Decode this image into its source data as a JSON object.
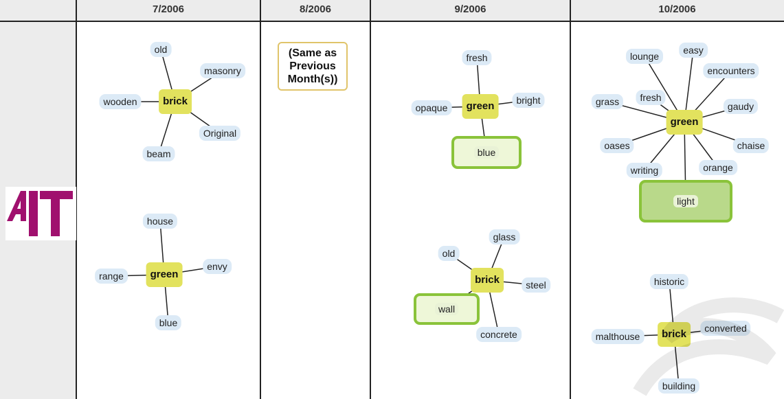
{
  "columns": [
    {
      "label": "7/2006"
    },
    {
      "label": "8/2006"
    },
    {
      "label": "9/2006"
    },
    {
      "label": "10/2006"
    }
  ],
  "logo": {
    "text": "AIT",
    "color": "#a0106e"
  },
  "note": {
    "text": "(Same as\nPrevious\nMonth(s))"
  },
  "colors": {
    "node_bg": "#dceaf6",
    "hub_bg": "#e2e25e",
    "box_border": "#8ac33a",
    "line": "#222222"
  },
  "graphs": {
    "g1": {
      "hub": "brick",
      "terms": {
        "old": "old",
        "masonry": "masonry",
        "wooden": "wooden",
        "original": "Original",
        "beam": "beam"
      }
    },
    "g2": {
      "hub": "green",
      "terms": {
        "house": "house",
        "range": "range",
        "envy": "envy",
        "blue": "blue"
      }
    },
    "g3": {
      "hub": "green",
      "terms": {
        "fresh": "fresh",
        "opaque": "opaque",
        "bright": "bright",
        "blue": "blue"
      }
    },
    "g4": {
      "hub": "brick",
      "terms": {
        "glass": "glass",
        "old": "old",
        "steel": "steel",
        "wall": "wall",
        "concrete": "concrete"
      }
    },
    "g5": {
      "hub": "green",
      "terms": {
        "lounge": "lounge",
        "easy": "easy",
        "encounters": "encounters",
        "grass": "grass",
        "fresh": "fresh",
        "gaudy": "gaudy",
        "chaise": "chaise",
        "oases": "oases",
        "writing": "writing",
        "orange": "orange",
        "light": "light"
      }
    },
    "g6": {
      "hub": "brick",
      "terms": {
        "historic": "historic",
        "malthouse": "malthouse",
        "converted": "converted",
        "building": "building"
      }
    }
  }
}
